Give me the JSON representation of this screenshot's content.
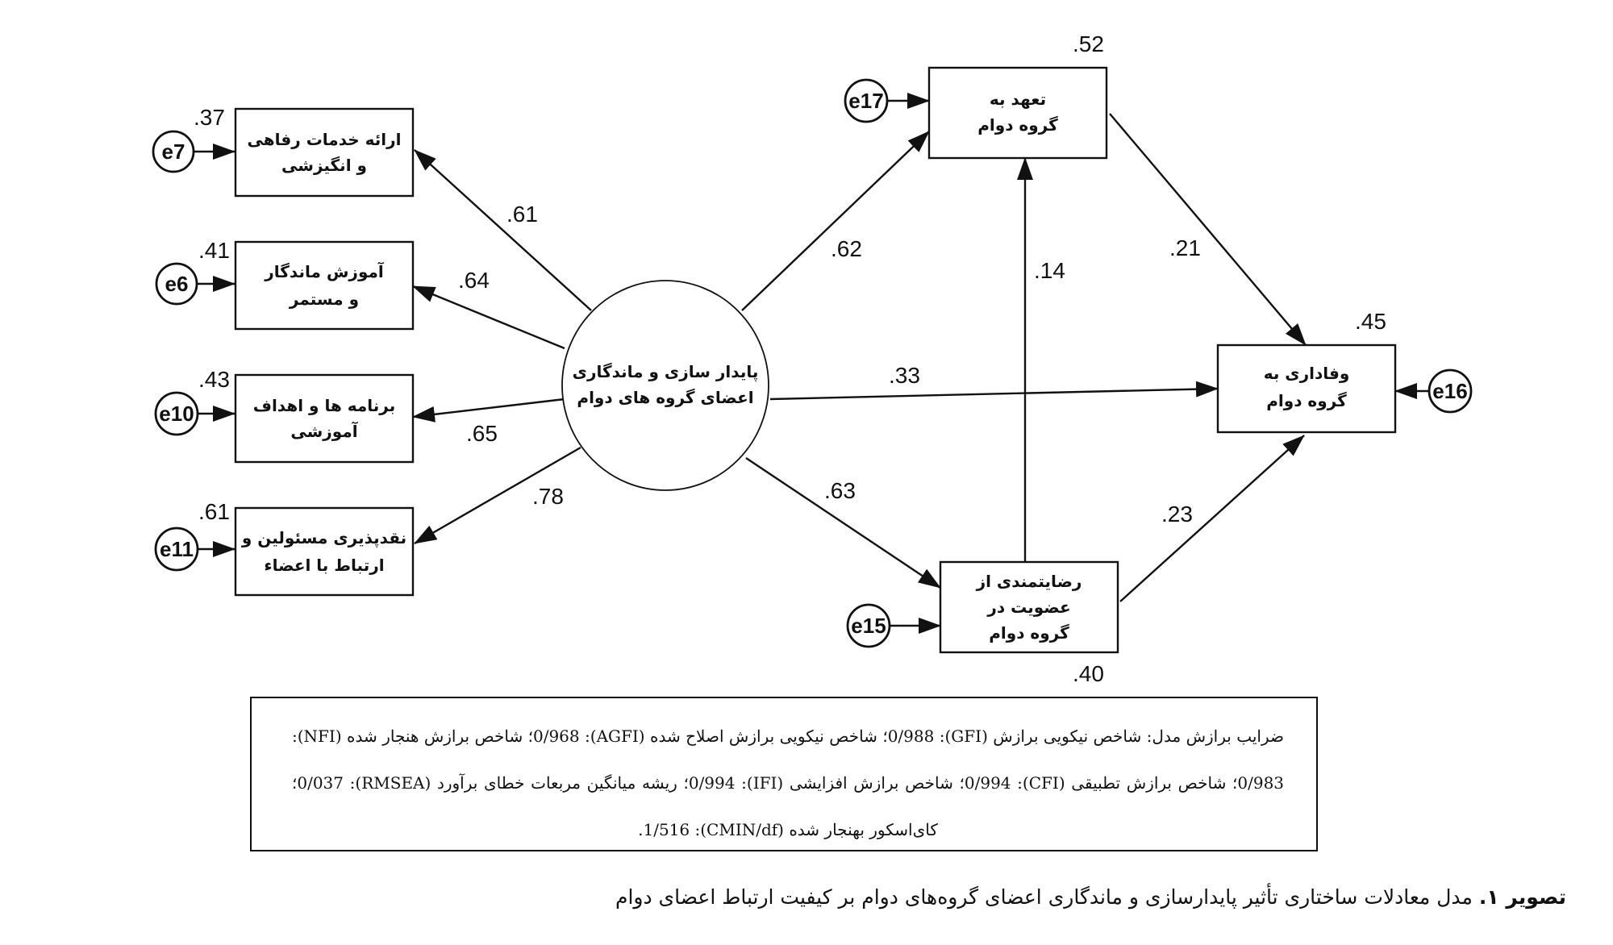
{
  "nodes": {
    "center": {
      "label_lines": [
        "پایدار سازی و ماندگاری",
        "اعضای گروه های دوام"
      ]
    },
    "welfare": {
      "label_lines": [
        "ارائه خدمات رفاهی",
        "و انگیزشی"
      ],
      "r2": ".37"
    },
    "training": {
      "label_lines": [
        "آموزش ماندگار",
        "و مستمر"
      ],
      "r2": ".41"
    },
    "programs": {
      "label_lines": [
        "برنامه ها و اهداف",
        "آموزشی"
      ],
      "r2": ".43"
    },
    "critique": {
      "label_lines": [
        "نقدپذیری مسئولین و",
        "ارتباط با اعضاء"
      ],
      "r2": ".61"
    },
    "commitment": {
      "label_lines": [
        "تعهد به",
        "گروه دوام"
      ],
      "r2": ".52"
    },
    "satisfaction": {
      "label_lines": [
        "رضایتمندی از",
        "عضویت در",
        "گروه دوام"
      ],
      "r2": ".40"
    },
    "loyalty": {
      "label_lines": [
        "وفاداری به",
        "گروه دوام"
      ],
      "r2": ".45"
    }
  },
  "errors": {
    "e7": "e7",
    "e6": "e6",
    "e10": "e10",
    "e11": "e11",
    "e17": "e17",
    "e15": "e15",
    "e16": "e16"
  },
  "paths": {
    "center_welfare": ".61",
    "center_training": ".64",
    "center_programs": ".65",
    "center_critique": ".78",
    "center_commitment": ".62",
    "center_satisfaction": ".63",
    "center_loyalty": ".33",
    "satisfaction_commitment": ".14",
    "commitment_loyalty": ".21",
    "satisfaction_loyalty": ".23"
  },
  "fit_indices_text": "ضرایب برازش مدل: شاخص نیکویی برازش (GFI): 0/988؛ شاخص نیکویی برازش اصلاح شده (AGFI): 0/968؛ شاخص برازش هنجار شده (NFI): 0/983؛ شاخص برازش تطبیقی (CFI): 0/994؛ شاخص برازش افزایشی (IFI): 0/994؛ ریشه میانگین مربعات خطای برآورد (RMSEA): 0/037؛ کای‌اسکور بهنجار شده (CMIN/df): 1/516.",
  "caption": {
    "label": "تصویر ۱.",
    "text": "مدل معادلات ساختاری تأثیر پایدارسازی و ماندگاری اعضای گروه‌های دوام بر کیفیت ارتباط اعضای دوام"
  }
}
